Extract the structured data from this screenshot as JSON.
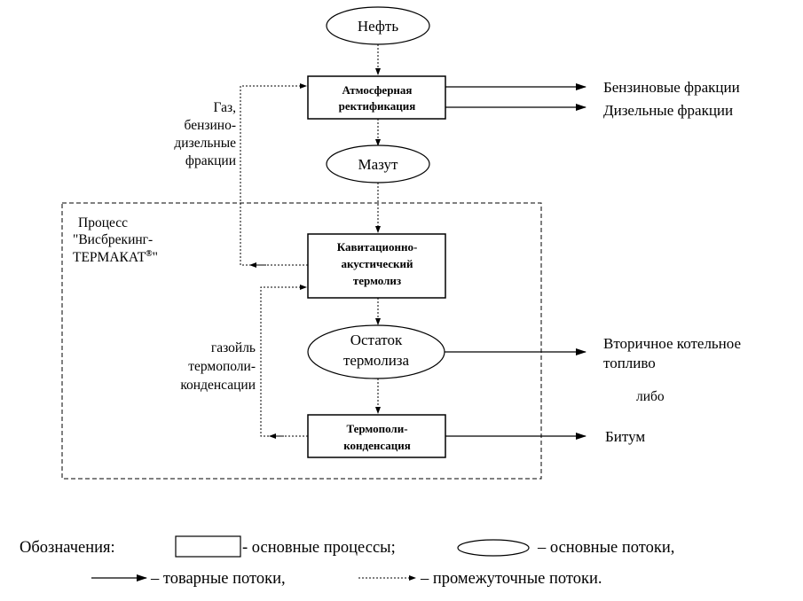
{
  "nodes": {
    "oil": "Нефть",
    "atm_line1": "Атмосферная",
    "atm_line2": "ректификация",
    "mazut": "Мазут",
    "cav_line1": "Кавитационно-",
    "cav_line2": "акустический",
    "cav_line3": "термолиз",
    "residue_line1": "Остаток",
    "residue_line2": "термолиза",
    "termo_line1": "Термополи-",
    "termo_line2": "конденсация"
  },
  "outputs": {
    "gasoline": "Бензиновые фракции",
    "diesel": "Дизельные фракции",
    "fuel_line1": "Вторичное котельное",
    "fuel_line2": "топливо",
    "or": "либо",
    "bitumen": "Битум"
  },
  "side_labels": {
    "gas_line1": "Газ,",
    "gas_line2": "бензино-",
    "gas_line3": "дизельные",
    "gas_line4": "фракции",
    "gasoil_line1": "газойль",
    "gasoil_line2": "термополи-",
    "gasoil_line3": "конденсации"
  },
  "process": {
    "line1": "Процесс",
    "line2": "\"Висбрекинг-",
    "line3": "ТЕРМАКАТ",
    "reg_mark": "®",
    "line3_suffix": "\""
  },
  "legend": {
    "title": "Обозначения:",
    "main_processes": "- основные процессы;",
    "main_flows": "– основные потоки,",
    "product_flows": "– товарные потоки,",
    "intermediate_flows": "– промежуточные потоки."
  }
}
